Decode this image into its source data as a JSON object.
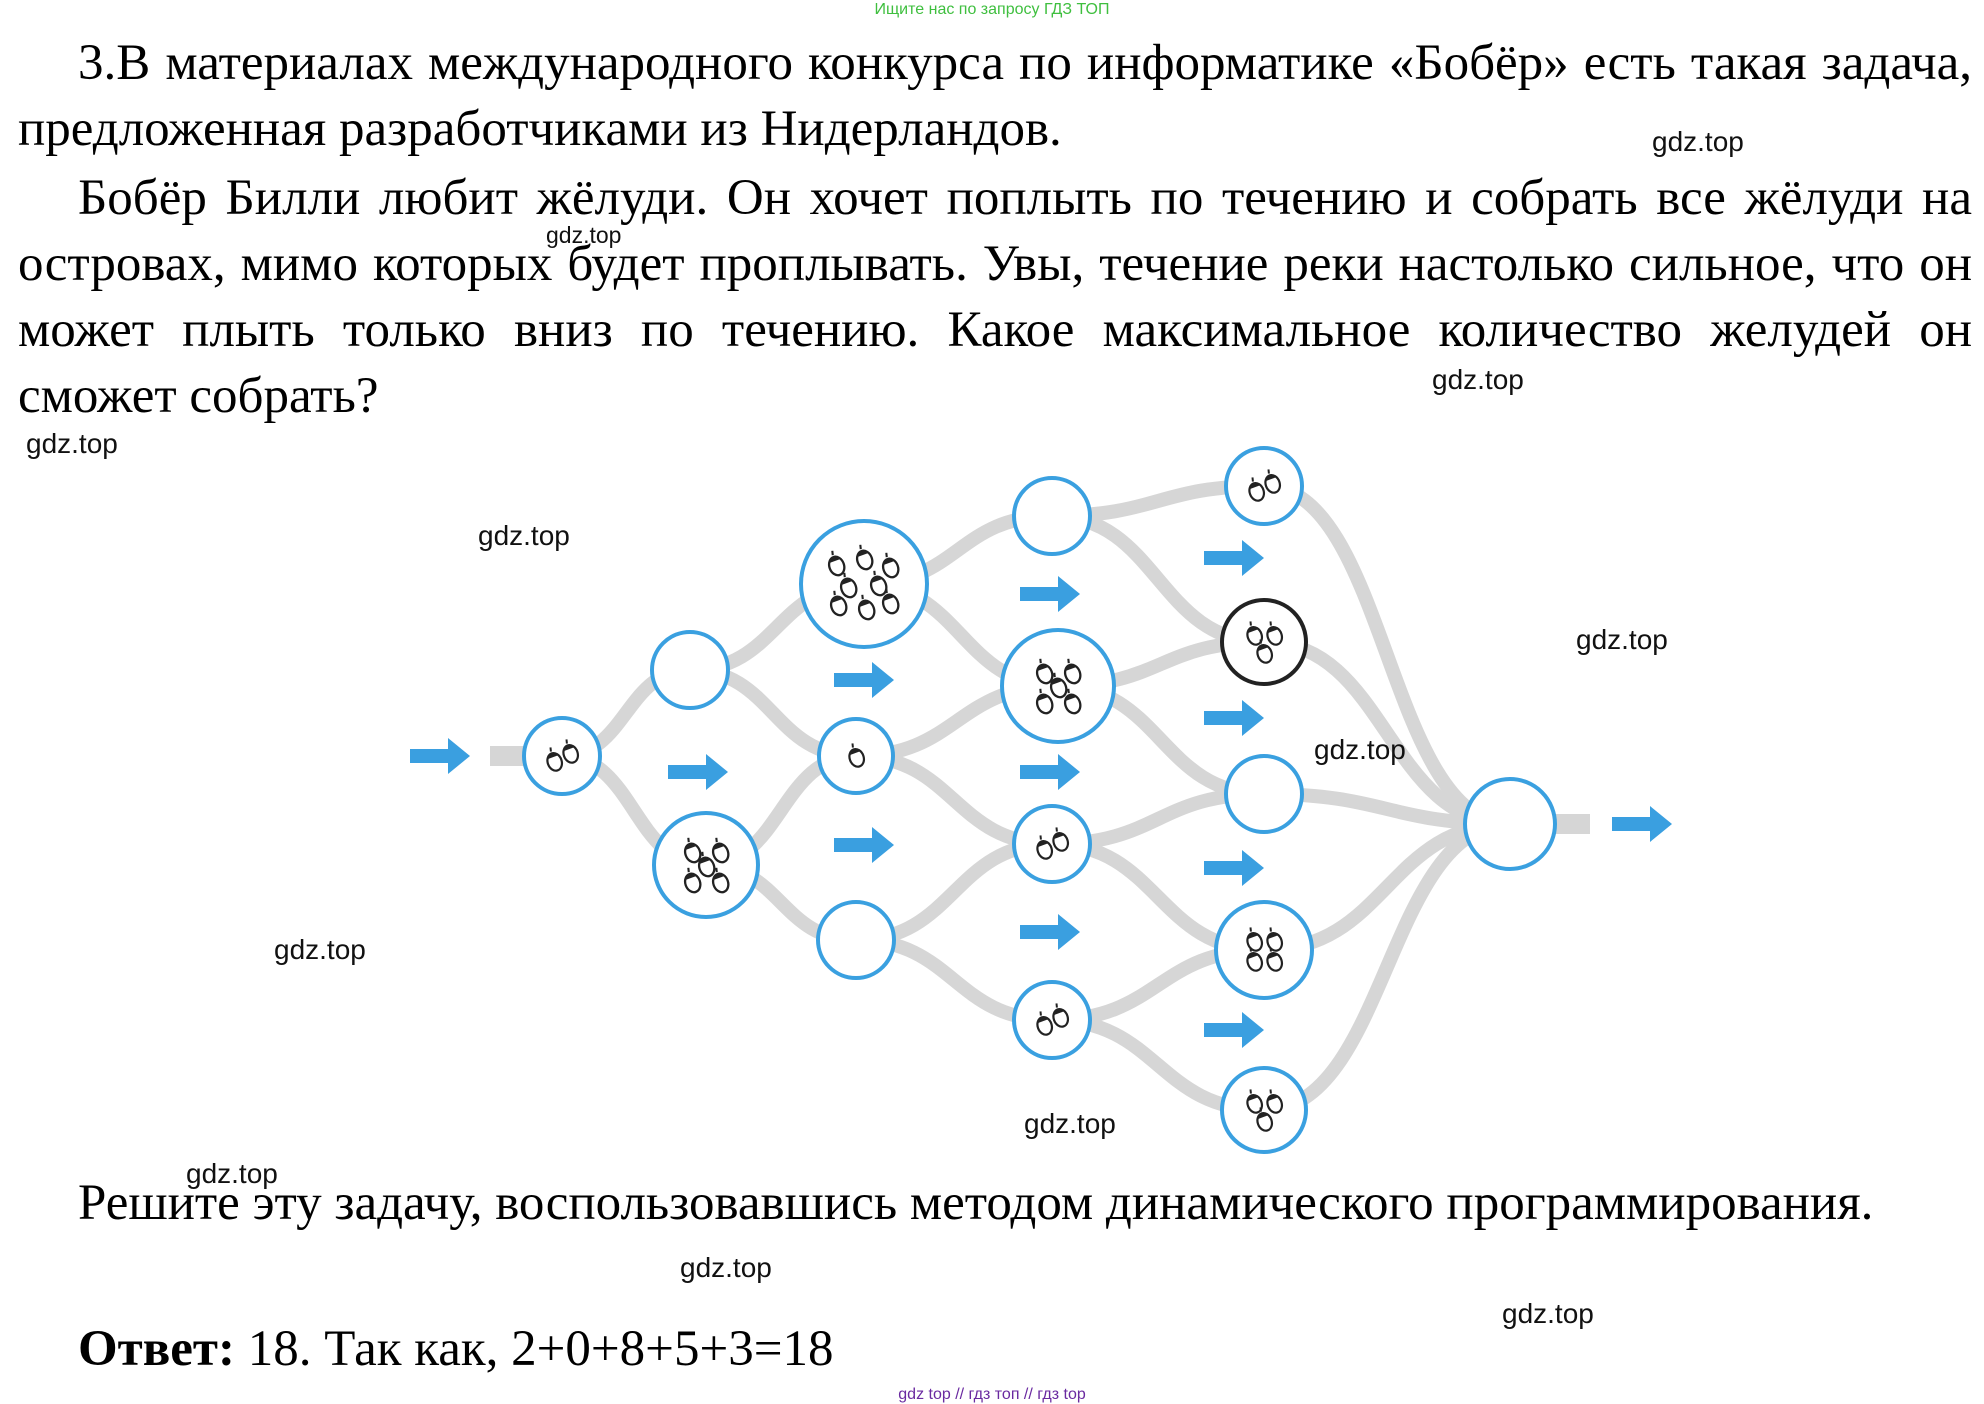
{
  "header": {
    "note": "Ищите нас по запросу ГДЗ ТОП"
  },
  "problem": {
    "paragraph1": "3.В материалах международного конкурса по информатике «Бобёр» есть такая задача, предложенная разработчиками из Нидерландов.",
    "paragraph2": "Бобёр Билли любит жёлуди. Он хочет поплыть по течению и собрать все жёлуди на островах, мимо которых будет проплывать. Увы, течение реки настолько сильное, что он может плыть только вниз по течению. Какое максимальное количество желудей он сможет собрать?",
    "paragraph3": "Решите эту задачу, воспользовавшись методом динамического программирования."
  },
  "answer": {
    "label": "Ответ:",
    "text": " 18. Так как, 2+0+8+5+3=18"
  },
  "watermarks": {
    "w1": "gdz.top",
    "w2": "gdz.top",
    "w3": "gdz.top",
    "w4": "gdz.top",
    "w5": "gdz.top",
    "w6": "gdz.top",
    "w7": "gdz.top",
    "w8": "gdz.top",
    "w9": "gdz.top",
    "w10": "gdz.top",
    "w11": "gdz.top",
    "w12": "gdz.top"
  },
  "footer": {
    "note": "gdz top  //  гдз топ  //  гдз top"
  },
  "diagram": {
    "colors": {
      "node_stroke": "#3aa0e0",
      "river": "#d6d6d6",
      "arrow": "#3a9fe0",
      "acorn": "#222222",
      "highlight_stroke": "#222222"
    },
    "islands": [
      {
        "id": "start",
        "acorns": 2
      },
      {
        "id": "c1-top",
        "acorns": 0
      },
      {
        "id": "c1-bottom",
        "acorns": 5
      },
      {
        "id": "c2-top",
        "acorns": 8
      },
      {
        "id": "c2-mid",
        "acorns": 1
      },
      {
        "id": "c2-bottom",
        "acorns": 0
      },
      {
        "id": "c3-top",
        "acorns": 0
      },
      {
        "id": "c3-upper",
        "acorns": 5
      },
      {
        "id": "c3-lower",
        "acorns": 2
      },
      {
        "id": "c3-bottom",
        "acorns": 2
      },
      {
        "id": "c4-top",
        "acorns": 2
      },
      {
        "id": "c4-upper",
        "acorns": 3,
        "highlighted": true
      },
      {
        "id": "c4-mid",
        "acorns": 0
      },
      {
        "id": "c4-lower",
        "acorns": 4
      },
      {
        "id": "c4-bottom",
        "acorns": 3
      },
      {
        "id": "end",
        "acorns": 0
      }
    ]
  }
}
